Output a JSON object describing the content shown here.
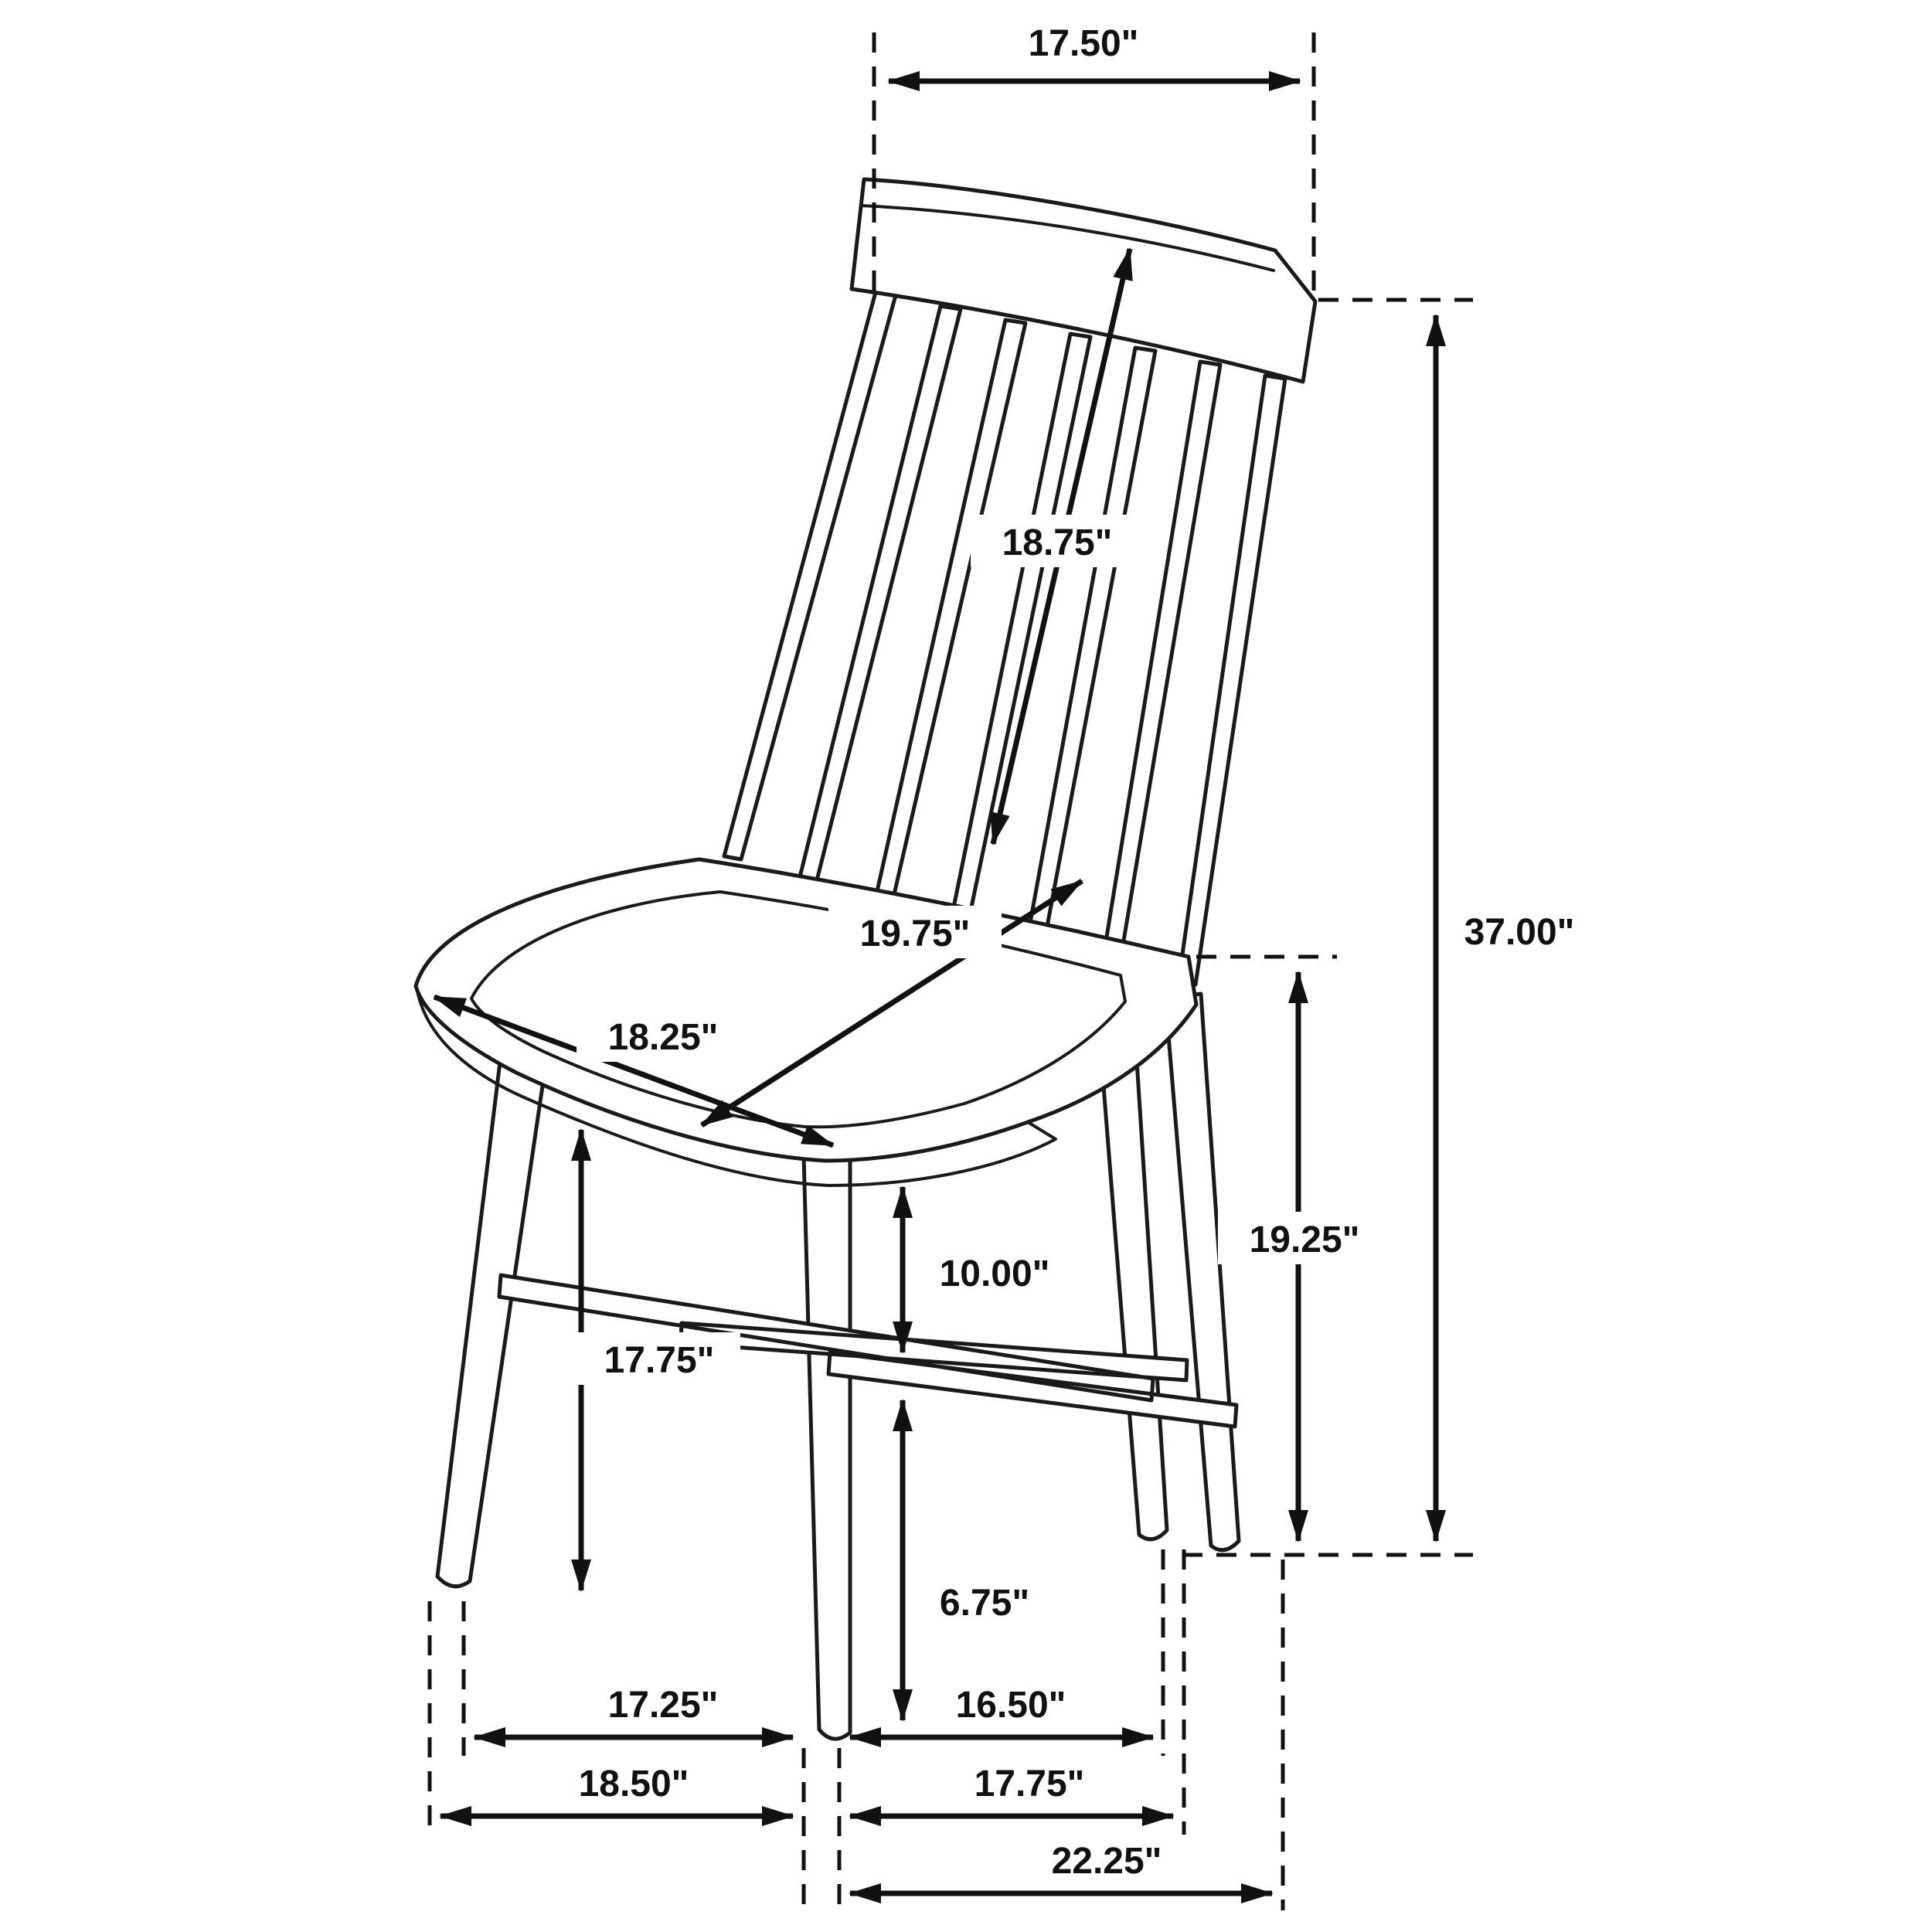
{
  "diagram": {
    "line_color": "#1a1a1a",
    "background_color": "#ffffff",
    "dimensions": {
      "top_width": "17.50\"",
      "back_length": "18.75\"",
      "overall_height": "37.00\"",
      "seat_diagonal_depth": "19.75\"",
      "seat_width": "18.25\"",
      "seat_height": "19.25\"",
      "seat_to_stretcher": "10.00\"",
      "underseat_clearance": "17.75\"",
      "stretcher_to_floor": "6.75\"",
      "front_leg_spacing": "17.25\"",
      "front_overall_width": "18.50\"",
      "side_leg_spacing": "16.50\"",
      "side_inner_depth": "17.75\"",
      "overall_depth": "22.25\""
    }
  }
}
